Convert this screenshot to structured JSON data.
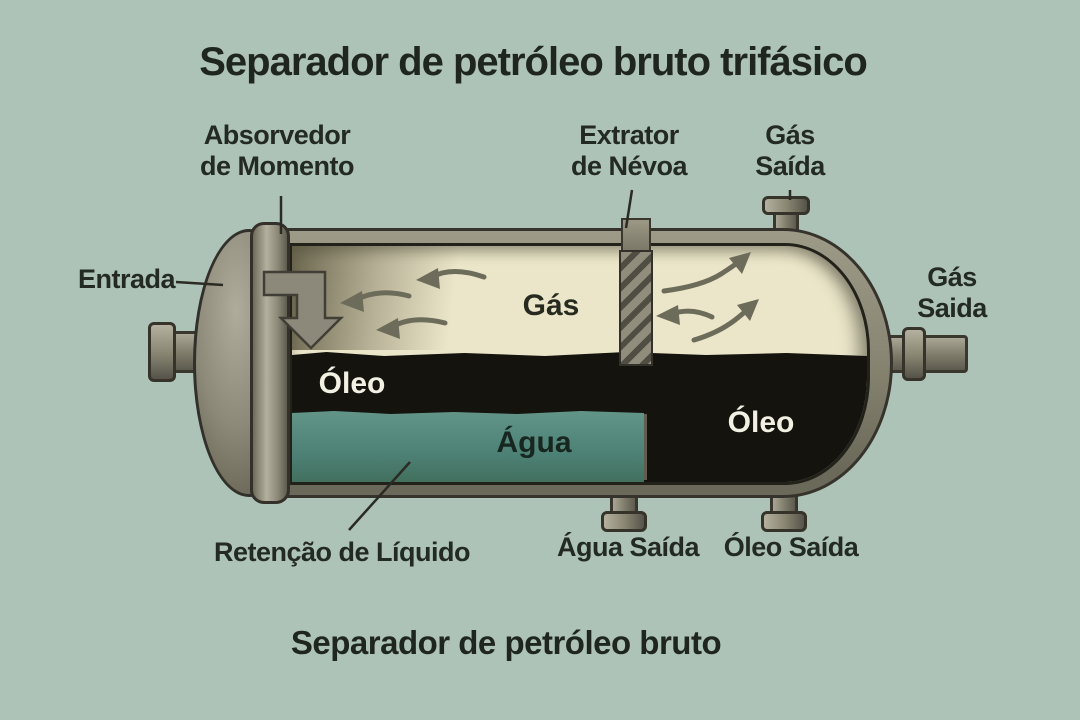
{
  "title": "Separador de petróleo bruto trifásico",
  "caption": "Separador de petróleo bruto",
  "labels": {
    "momentum_absorber": "Absorvedor\nde Momento",
    "mist_extractor": "Extrator\nde Névoa",
    "gas_outlet_top": "Gás\nSaída",
    "inlet": "Entrada",
    "gas_outlet_side": "Gás\nSaida",
    "liquid_retention": "Retenção de Líquido",
    "water_outlet": "Água Saída",
    "oil_outlet": "Óleo Saída"
  },
  "regions": {
    "gas": "Gás",
    "oil_left": "Óleo",
    "water": "Água",
    "oil_right": "Óleo"
  },
  "colors": {
    "background": "#aec3b8",
    "vessel_metal": "#8d8a7a",
    "gas_layer": "#ebe6c9",
    "oil_layer": "#14130e",
    "water_layer": "#528779",
    "text": "#232a24"
  }
}
